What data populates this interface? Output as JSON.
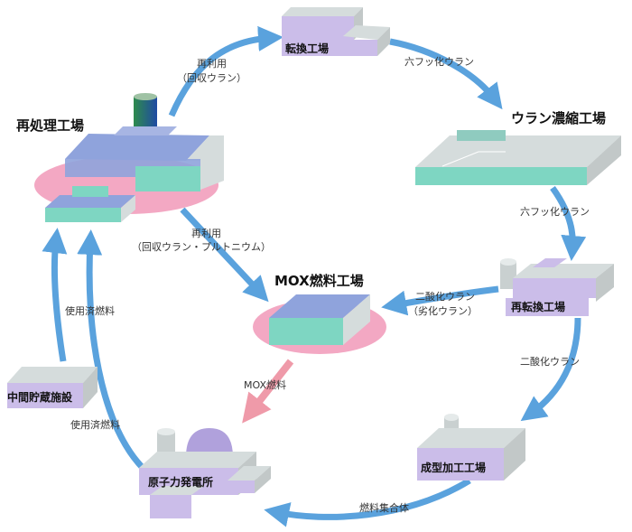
{
  "plants": {
    "reprocessing": "再処理工場",
    "conversion": "転換工場",
    "enrichment": "ウラン濃縮工場",
    "reconversion": "再転換工場",
    "mox": "MOX燃料工場",
    "fabrication": "成型加工工場",
    "power": "原子力発電所",
    "storage": "中間貯蔵施設"
  },
  "flows": {
    "reuse_top_1": "再利用",
    "reuse_top_2": "（回収ウラン）",
    "uf6_a": "六フッ化ウラン",
    "uf6_b": "六フッ化ウラン",
    "reuse_mid_1": "再利用",
    "reuse_mid_2": "（回収ウラン・プルトニウム）",
    "uo2_depleted_1": "二酸化ウラン",
    "uo2_depleted_2": "（劣化ウラン）",
    "uo2": "二酸化ウラン",
    "mox_fuel": "MOX燃料",
    "fuel_assembly": "燃料集合体",
    "spent_fuel_a": "使用済燃料",
    "spent_fuel_b": "使用済燃料"
  },
  "colors": {
    "arrow": "#5aa2dd",
    "mox_arrow": "#ef9aa9",
    "ellipse": "#f3a8c3",
    "roof": "#8fa3dc",
    "wall": "#7ed6c2",
    "side": "#d5dcdc",
    "label_bg": "#cbbde9"
  }
}
